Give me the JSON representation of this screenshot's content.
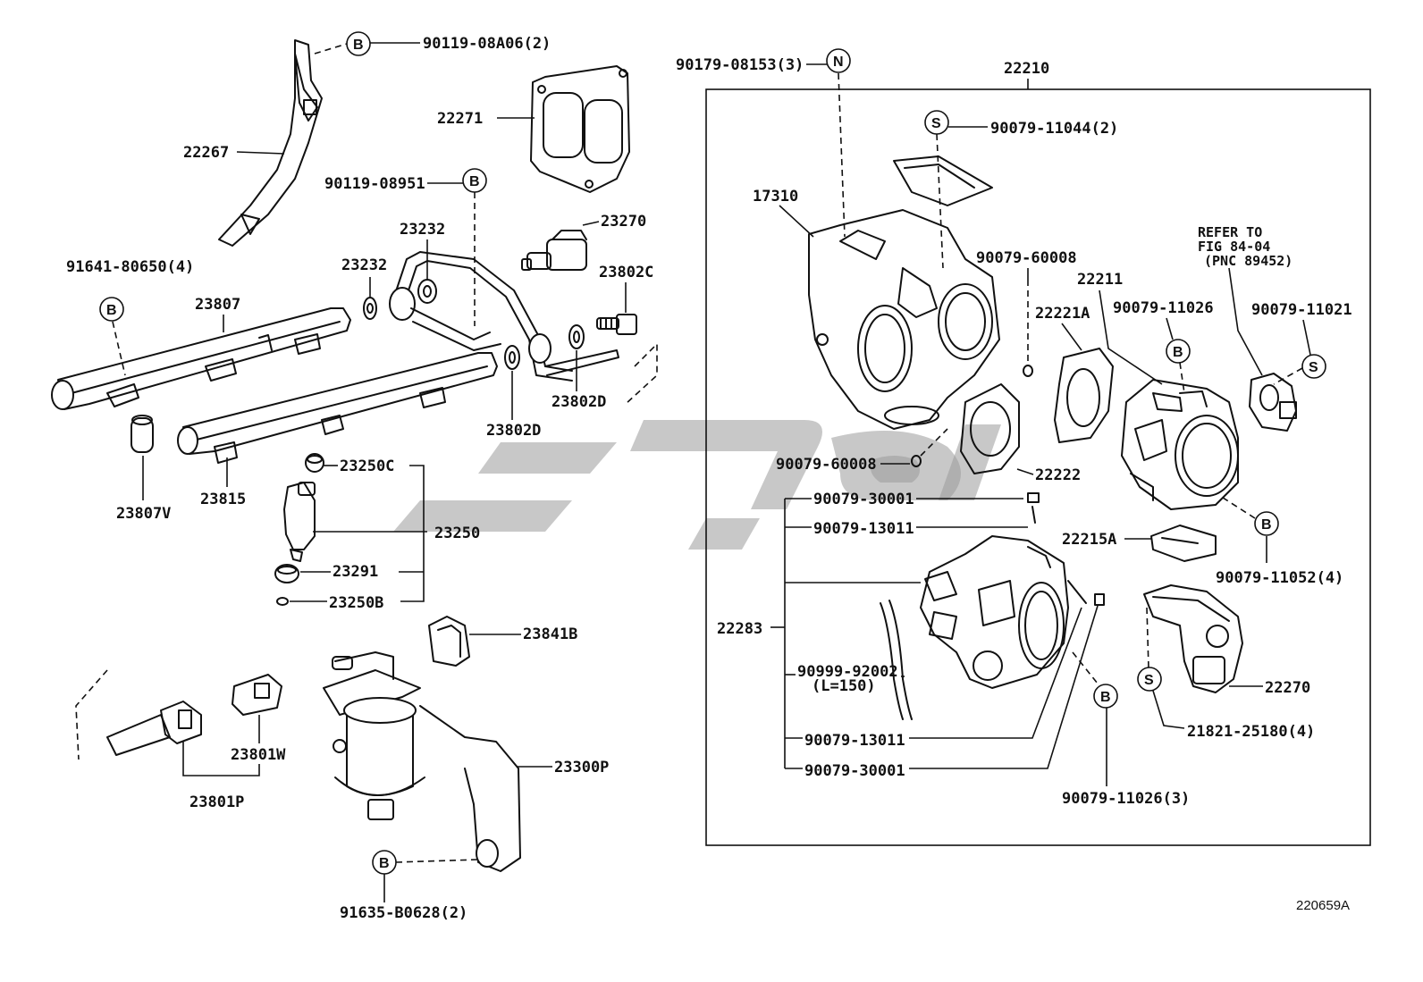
{
  "labels": {
    "p22267": "22267",
    "p22271": "22271",
    "p90119_08A06": "90119-08A06(2)",
    "p90119_08951": "90119-08951",
    "p23232a": "23232",
    "p23232b": "23232",
    "p23270": "23270",
    "p23802C": "23802C",
    "p91641": "91641-80650(4)",
    "p23807": "23807",
    "p23802D_a": "23802D",
    "p23802D_b": "23802D",
    "p23807V": "23807V",
    "p23815": "23815",
    "p23250C": "23250C",
    "p23250": "23250",
    "p23291": "23291",
    "p23250B": "23250B",
    "p23841B": "23841B",
    "p23801W": "23801W",
    "p23801P": "23801P",
    "p23300P": "23300P",
    "p91635": "91635-B0628(2)",
    "p90179": "90179-08153(3)",
    "p22210": "22210",
    "p90079_11044": "90079-11044(2)",
    "p17310": "17310",
    "p90079_60008a": "90079-60008",
    "p90079_60008b": "90079-60008",
    "p22211": "22211",
    "p22221A": "22221A",
    "p90079_11026": "90079-11026",
    "p90079_11021": "90079-11021",
    "refer1": "REFER TO",
    "refer2": "FIG 84-04",
    "refer3": "(PNC 89452)",
    "p22222": "22222",
    "p90079_30001a": "90079-30001",
    "p90079_13011a": "90079-13011",
    "p22215A": "22215A",
    "p90079_11052": "90079-11052(4)",
    "p22283": "22283",
    "p90999": "90999-92002",
    "p90999_len": "(L=150)",
    "p22270": "22270",
    "p90079_13011b": "90079-13011",
    "p90079_30001b": "90079-30001",
    "p21821": "21821-25180(4)",
    "p90079_11026_3": "90079-11026(3)",
    "diagram_code": "220659A"
  },
  "callouts": {
    "B": "B",
    "S": "S",
    "N": "N"
  },
  "colors": {
    "line": "#111111",
    "watermark": "#9a9a9a",
    "background": "#ffffff"
  }
}
